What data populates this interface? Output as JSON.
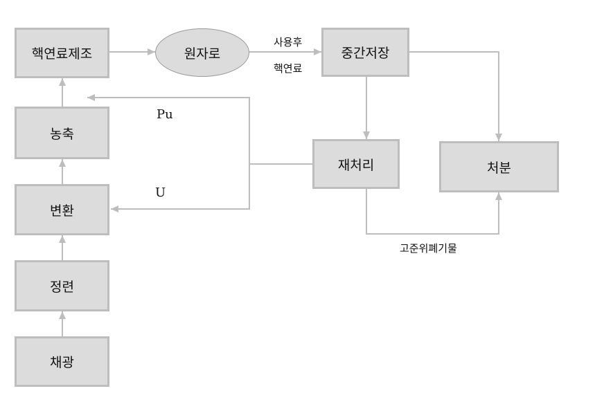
{
  "nodes": {
    "fuel_fabrication": "핵연료제조",
    "reactor": "원자로",
    "interim_storage": "중간저장",
    "enrichment": "농축",
    "conversion": "변환",
    "refining": "정련",
    "mining": "채광",
    "reprocessing": "재처리",
    "disposal": "처분"
  },
  "edge_labels": {
    "spent_fuel_line1": "사용후",
    "spent_fuel_line2": "핵연료",
    "pu": "Pu",
    "u": "U",
    "hlw": "고준위폐기물"
  }
}
